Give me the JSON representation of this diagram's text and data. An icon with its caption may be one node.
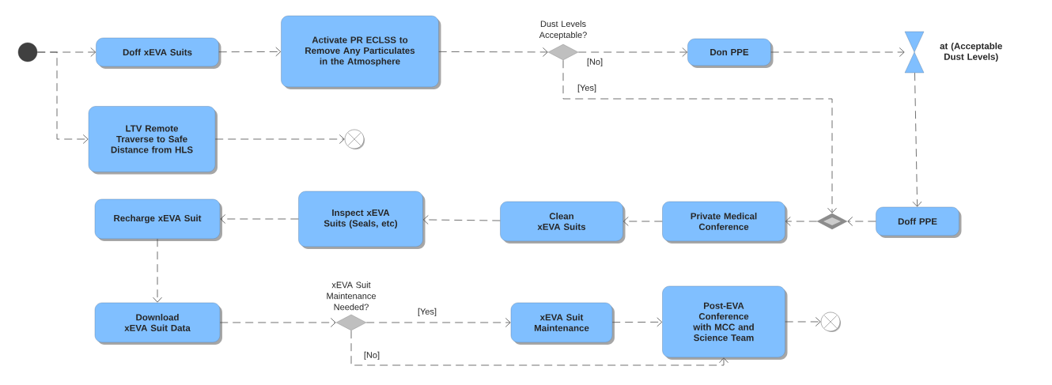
{
  "diagram": {
    "nodes": [
      {
        "text": [],
        "shape": "circle"
      },
      {
        "text": [
          "Doff xEVA Suits"
        ]
      },
      {
        "text": [
          "Activate PR ECLSS to Remove Any Particulates in the Atmosphere"
        ]
      },
      {
        "text": [
          "Dust Levels Acceptable?"
        ]
      },
      {
        "text": [
          "Don PPE"
        ]
      },
      {
        "text": [
          "at (Acceptable Dust Levels)"
        ]
      },
      {
        "text": [
          "LTV Remote Traverse to Safe Distance from HLS"
        ]
      },
      {
        "text": [],
        "shape": "circle"
      },
      {
        "text": [
          "Recharge xEVA Suit"
        ]
      },
      {
        "text": [
          "Inspect xEVA Suits (Seals, etc)"
        ]
      },
      {
        "text": [
          "Clean xEVA Suits"
        ]
      },
      {
        "text": [
          "Private Medical Conference"
        ]
      },
      {
        "text": [],
        "shape": "diamond"
      },
      {
        "text": [
          "Doff PPE"
        ]
      },
      {
        "text": [
          "Download xEVA Suit Data"
        ]
      },
      {
        "text": [
          "xEVA Suit Maintenance Needed?"
        ]
      },
      {
        "text": [
          "xEVA Suit Maintenance"
        ]
      },
      {
        "text": [
          "Post-EVA Conference with MCC and Science Team"
        ]
      },
      {
        "text": [],
        "shape": "circle"
      }
    ],
    "edges": [
      {
        "from": 0,
        "to": 1,
        "arrow": "to",
        "style": "dashed"
      },
      {
        "from": 0,
        "to": 6,
        "arrow": "to",
        "style": "dashed"
      },
      {
        "from": 1,
        "to": 2,
        "arrow": "to",
        "style": "dashed"
      },
      {
        "from": 2,
        "to": 3,
        "arrow": "to",
        "style": "dashed"
      },
      {
        "from": 3,
        "to": 4,
        "arrow": "to",
        "style": "dashed",
        "label": "[No]"
      },
      {
        "from": 3,
        "to": 12,
        "arrow": "to",
        "style": "dashed",
        "label": "[Yes]"
      },
      {
        "from": 4,
        "to": 5,
        "arrow": "to",
        "style": "dashed"
      },
      {
        "from": 5,
        "to": 13,
        "arrow": "to",
        "style": "dashed"
      },
      {
        "from": 6,
        "to": 7,
        "arrow": "to",
        "style": "dashed"
      },
      {
        "from": 13,
        "to": 12,
        "arrow": "to",
        "style": "dashed"
      },
      {
        "from": 12,
        "to": 11,
        "arrow": "to",
        "style": "dashed"
      },
      {
        "from": 11,
        "to": 10,
        "arrow": "to",
        "style": "dashed"
      },
      {
        "from": 10,
        "to": 9,
        "arrow": "to",
        "style": "dashed"
      },
      {
        "from": 9,
        "to": 8,
        "arrow": "to",
        "style": "dashed"
      },
      {
        "from": 8,
        "to": 14,
        "arrow": "to",
        "style": "dashed"
      },
      {
        "from": 14,
        "to": 15,
        "arrow": "to",
        "style": "dashed"
      },
      {
        "from": 15,
        "to": 16,
        "arrow": "to",
        "style": "dashed",
        "label": "[Yes]"
      },
      {
        "from": 15,
        "to": 17,
        "arrow": "to",
        "style": "dashed",
        "label": "[No]"
      },
      {
        "from": 16,
        "to": 17,
        "arrow": "to",
        "style": "dashed"
      },
      {
        "from": 17,
        "to": 18,
        "arrow": "to",
        "style": "dashed"
      }
    ]
  }
}
